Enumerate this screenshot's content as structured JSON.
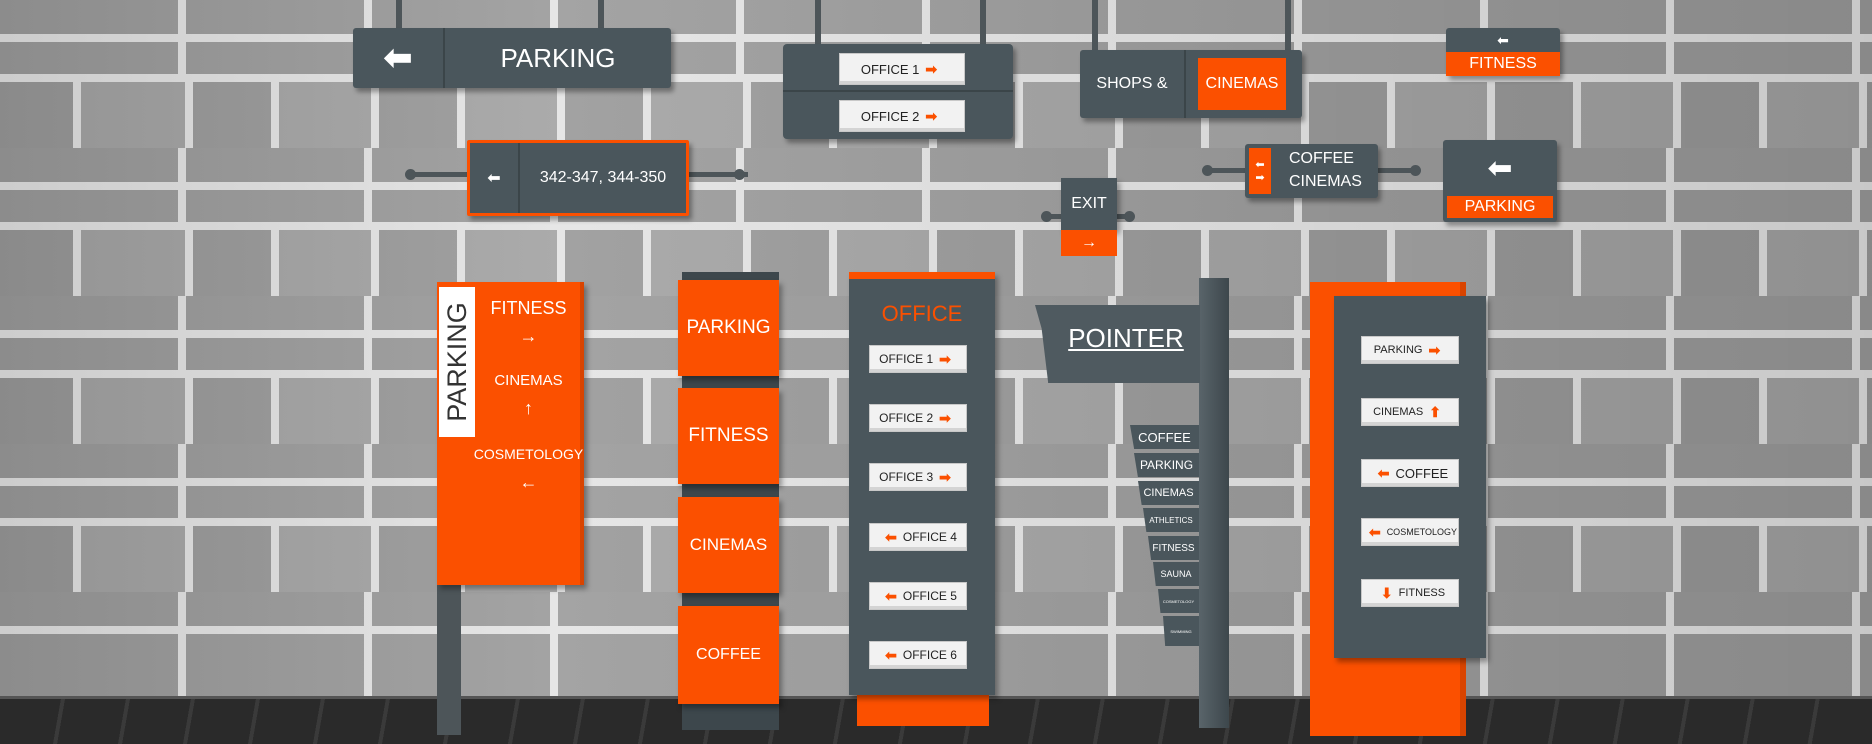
{
  "colors": {
    "accent": "#fb5000",
    "sign_dark": "#4a565c",
    "chip_light": "#f2f2f2"
  },
  "signs": {
    "parking_hanging": {
      "label": "PARKING",
      "icon": "arrow-left-icon"
    },
    "office_hanging": {
      "rows": [
        "OFFICE 1",
        "OFFICE 2"
      ]
    },
    "shops_cinemas": {
      "left": "SHOPS &",
      "right": "CINEMAS"
    },
    "fitness_small": {
      "label": "FITNESS"
    },
    "rooms_bar": {
      "label": "342-347, 344-350"
    },
    "coffee_cinemas": {
      "rows": [
        "COFFEE",
        "CINEMAS"
      ]
    },
    "exit": {
      "label": "EXIT",
      "arrow": "→"
    },
    "parking_right": {
      "label": "PARKING"
    },
    "pylon_parking": {
      "vertical": "PARKING",
      "items": [
        "FITNESS",
        "CINEMAS",
        "COSMETOLOGY"
      ],
      "arrows": [
        "→",
        "↑",
        "←"
      ]
    },
    "stack": {
      "blocks": [
        "PARKING",
        "FITNESS",
        "CINEMAS",
        "COFFEE"
      ]
    },
    "office_totem": {
      "title": "OFFICE",
      "items": [
        "OFFICE 1",
        "OFFICE 2",
        "OFFICE 3",
        "OFFICE 4",
        "OFFICE 5",
        "OFFICE 6"
      ]
    },
    "pointer": {
      "title": "POINTER",
      "blades": [
        "COFFEE",
        "PARKING",
        "CINEMAS",
        "ATHLETICS",
        "FITNESS",
        "SAUNA",
        "COSMETOLOGY",
        "SWIMMING"
      ]
    },
    "directory": {
      "items": [
        "PARKING",
        "CINEMAS",
        "COFFEE",
        "COSMETOLOGY",
        "FITNESS"
      ]
    }
  }
}
